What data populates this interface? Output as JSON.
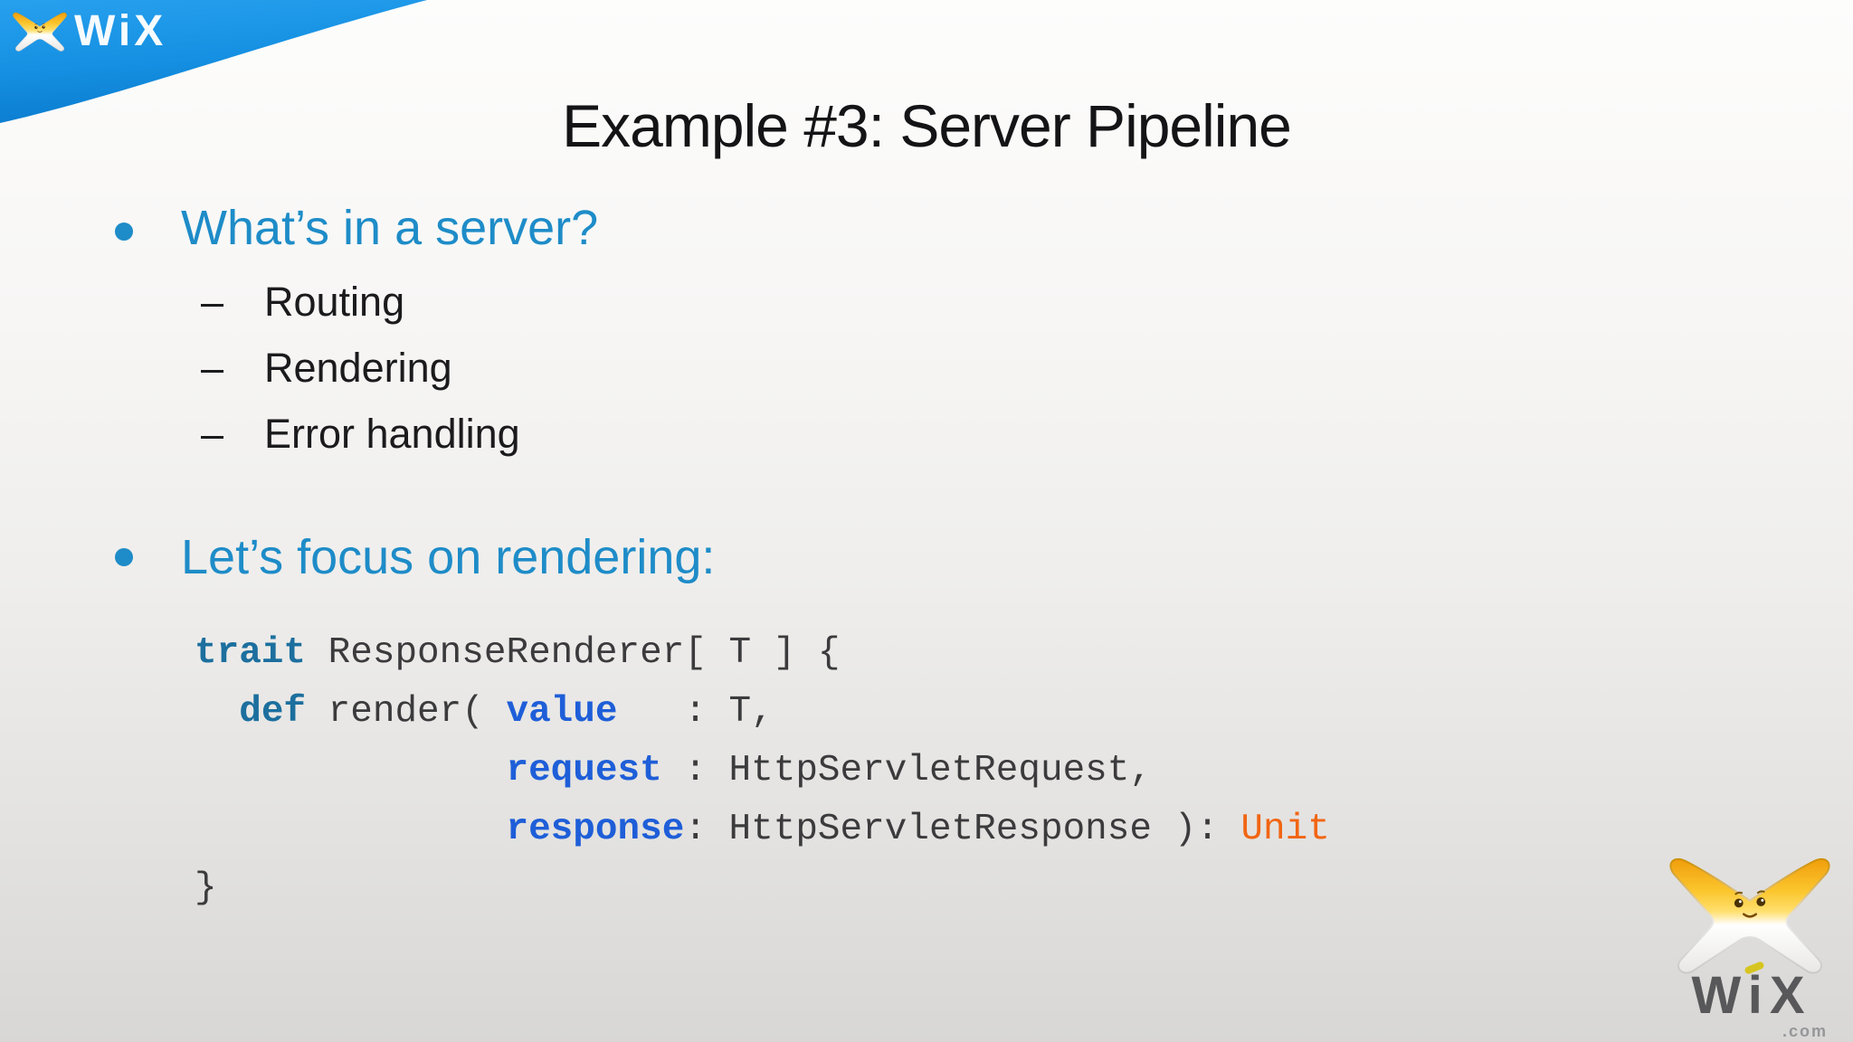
{
  "slide": {
    "title": "Example #3: Server Pipeline",
    "sub_marker": "–",
    "sections": [
      {
        "heading": "What’s in a server?",
        "items": [
          "Routing",
          "Rendering",
          "Error handling"
        ]
      },
      {
        "heading": "Let’s focus on rendering:",
        "items": []
      }
    ],
    "code": {
      "language": "scala",
      "lines": [
        {
          "segments": [
            {
              "text": "trait",
              "style": "keyword"
            },
            {
              "text": " ResponseRenderer[ T ] {",
              "style": "plain"
            }
          ]
        },
        {
          "segments": [
            {
              "text": "  ",
              "style": "plain"
            },
            {
              "text": "def",
              "style": "keyword"
            },
            {
              "text": " render( ",
              "style": "plain"
            },
            {
              "text": "value",
              "style": "param"
            },
            {
              "text": "   : T,",
              "style": "plain"
            }
          ]
        },
        {
          "segments": [
            {
              "text": "              ",
              "style": "plain"
            },
            {
              "text": "request",
              "style": "param"
            },
            {
              "text": " : HttpServletRequest,",
              "style": "plain"
            }
          ]
        },
        {
          "segments": [
            {
              "text": "              ",
              "style": "plain"
            },
            {
              "text": "response",
              "style": "param"
            },
            {
              "text": ": HttpServletResponse ): ",
              "style": "plain"
            },
            {
              "text": "Unit",
              "style": "type"
            }
          ]
        },
        {
          "segments": [
            {
              "text": "}",
              "style": "plain"
            }
          ]
        }
      ]
    }
  },
  "branding": {
    "wordmark": "WiX",
    "domain_suffix": ".com"
  },
  "colors": {
    "ribbon_blue_light": "#27a0ee",
    "ribbon_blue_dark": "#0b7ccf",
    "heading_blue": "#1e8cc8",
    "body_text": "#1b1b1d",
    "code_plain": "#3b3b3d",
    "code_keyword": "#1c6f9e",
    "code_param": "#1e5ed8",
    "code_type": "#f26513",
    "mascot_gold": "#fbc62d",
    "wordmark_gray": "#58585a"
  }
}
